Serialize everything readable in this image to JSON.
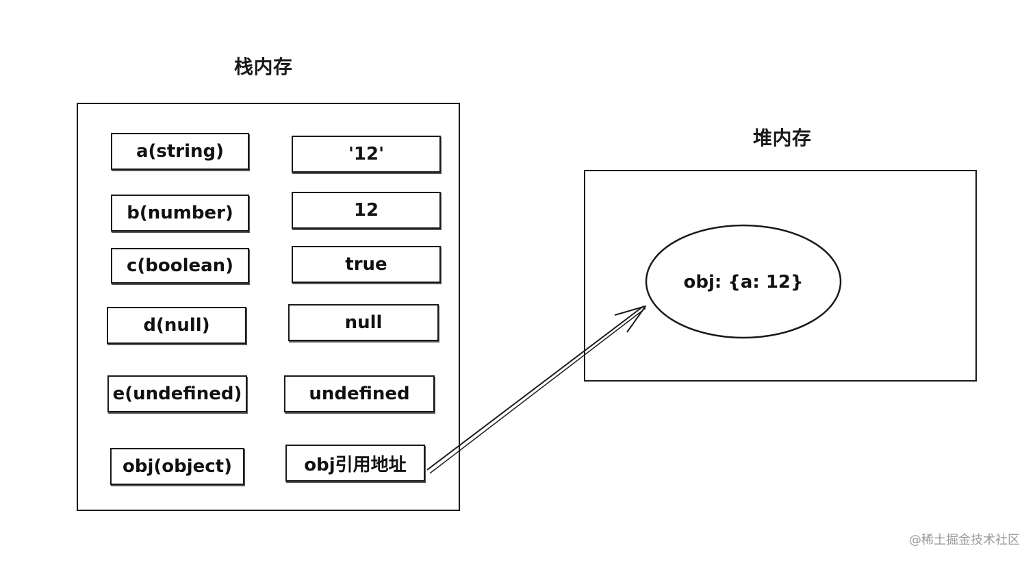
{
  "stack": {
    "title": "栈内存",
    "rows": [
      {
        "name": "a(string)",
        "value": "'12'"
      },
      {
        "name": "b(number)",
        "value": "12"
      },
      {
        "name": "c(boolean)",
        "value": "true"
      },
      {
        "name": "d(null)",
        "value": "null"
      },
      {
        "name": "e(undefined)",
        "value": "undefined"
      },
      {
        "name": "obj(object)",
        "value": "obj引用地址"
      }
    ]
  },
  "heap": {
    "title": "堆内存",
    "object": "obj: {a: 12}"
  },
  "watermark": "@稀土掘金技术社区"
}
